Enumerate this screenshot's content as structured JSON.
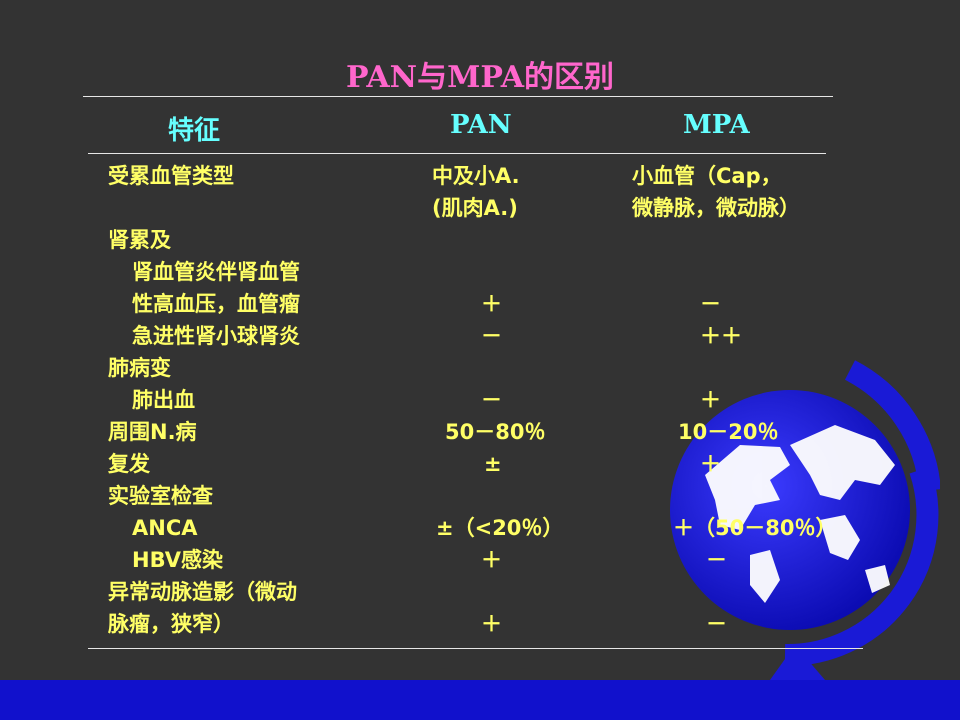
{
  "slide": {
    "title": "PAN与MPA的区别",
    "headers": {
      "feature": "特征",
      "pan": "PAN",
      "mpa": "MPA"
    },
    "rows": [
      {
        "feature": "受累血管类型",
        "pan": "中及小A.",
        "mpa": "小血管（Cap，"
      },
      {
        "feature": "",
        "pan": "(肌肉A.)",
        "mpa": "微静脉，微动脉）"
      },
      {
        "feature": "肾累及",
        "pan": "",
        "mpa": ""
      },
      {
        "feature": "肾血管炎伴肾血管",
        "pan": "",
        "mpa": ""
      },
      {
        "feature": "性高血压，血管瘤",
        "pan": "＋",
        "mpa": "－"
      },
      {
        "feature": "急进性肾小球肾炎",
        "pan": "－",
        "mpa": "＋＋"
      },
      {
        "feature": "肺病变",
        "pan": "",
        "mpa": ""
      },
      {
        "feature": "肺出血",
        "pan": "－",
        "mpa": "＋"
      },
      {
        "feature": "周围N.病",
        "pan": "50－80％",
        "mpa": "10－20％"
      },
      {
        "feature": "复发",
        "pan": "±",
        "mpa": "＋"
      },
      {
        "feature": "实验室检查",
        "pan": "",
        "mpa": ""
      },
      {
        "feature": "ANCA",
        "pan": "±（<20％）",
        "mpa": "＋（50－80％）"
      },
      {
        "feature": "HBV感染",
        "pan": "＋",
        "mpa": "－"
      },
      {
        "feature": "异常动脉造影（微动",
        "pan": "",
        "mpa": ""
      },
      {
        "feature": "脉瘤，狭窄）",
        "pan": "＋",
        "mpa": "－"
      }
    ]
  },
  "colors": {
    "background": "#333333",
    "title": "#ff66cc",
    "header": "#66ffff",
    "body_text": "#ffff66",
    "globe": "#1a1ad6",
    "band": "#1111cc"
  }
}
